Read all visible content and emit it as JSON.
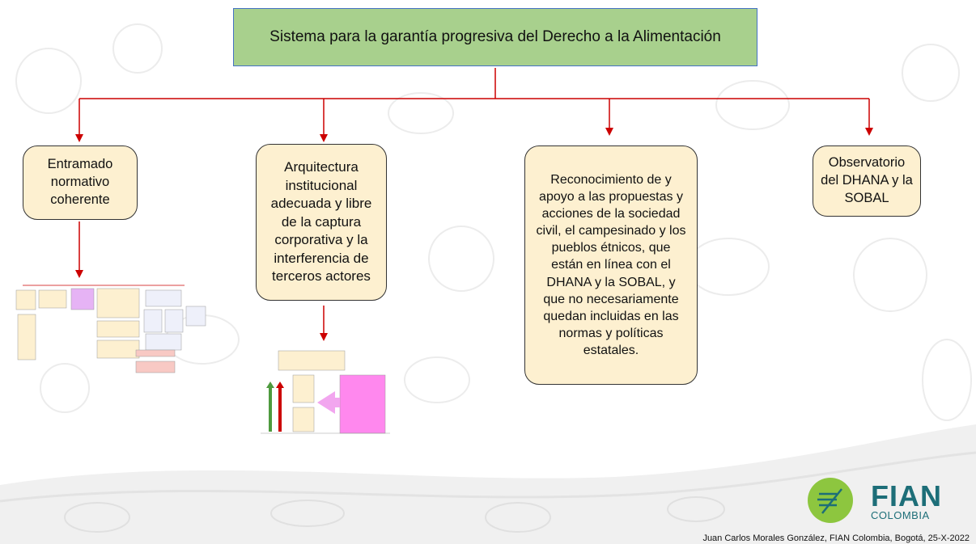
{
  "title": "Sistema para la garantía progresiva del Derecho a la Alimentación",
  "nodes": [
    "Entramado normativo coherente",
    "Arquitectura institucional adecuada y libre de la captura corporativa y la interferencia de terceros actores",
    "Reconocimiento de y apoyo a las propuestas y acciones de la sociedad civil, el campesinado y los pueblos étnicos, que están en línea con el DHANA y la SOBAL, y que no necesariamente quedan incluidas en las normas y políticas estatales.",
    "Observatorio del DHANA y la SOBAL"
  ],
  "logo": {
    "name": "FIAN",
    "sub": "COLOMBIA",
    "accent": "#8dc63f",
    "color": "#1d6e78"
  },
  "footer": "Juan Carlos Morales González, FIAN Colombia, Bogotá, 25-X-2022",
  "colors": {
    "title_fill": "#a8d08d",
    "node_fill": "#fdf0d0",
    "connector": "#cc0000"
  }
}
